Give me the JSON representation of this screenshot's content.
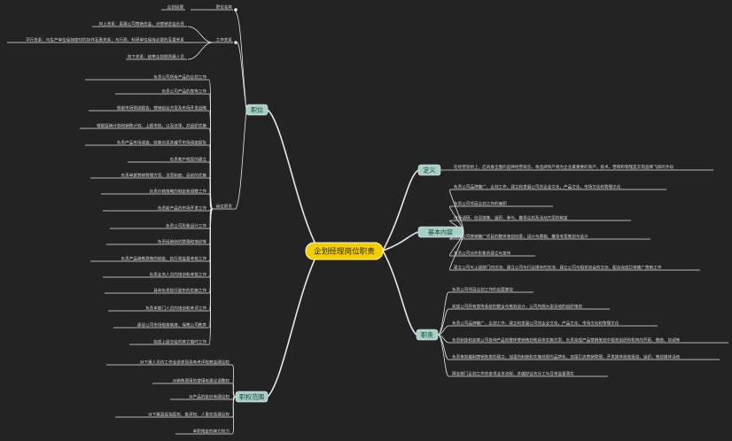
{
  "center": {
    "label": "企划经理岗位职责"
  },
  "branches": {
    "position": {
      "label": "职位",
      "groups": {
        "job_name": {
          "label": "职位名称",
          "items": [
            "企划经理"
          ]
        },
        "work_relations": {
          "label": "工作关系",
          "items": [
            "向上关系：直属公司营销总监，对营销总监负责",
            "平行关系：与生产单位保持密切的协作互惠关系；与行政、科研单位保持必要的互援关系",
            "向下关系：统率企划部所属人员"
          ]
        },
        "job_duties": {
          "label": "岗位职责",
          "items": [
            "负责公司所有产品的企划工作",
            "负责公司产品的宣传工作",
            "根据市场预测报告，营销组合方案及市场开发战略",
            "根据促销计划和销售计划，上报市批，以及效果，并组织实施",
            "负责产品市场调查，收集信息并编写市场调查报告",
            "负责客户档案的建立",
            "负责单据营销管理方案，法案制度，目前的实施",
            "负责价格策略的制定和调整工作",
            "负责新产品的市场开发工作",
            "负责公司形象设计工作",
            "负责经销商的管理和培训等",
            "负责产品销售政策的制定、执行和监督考核工作",
            "负责业务人员的培训和考核工作",
            "具体负责执行股东的实施工作",
            "负责本部门人员的培训和考评工作",
            "建设公司市场规章制度，保障公司秩序",
            "完成上级交给的其它临时工作"
          ]
        }
      }
    },
    "definition": {
      "label": "定义",
      "items": [
        "在经营思想上，应具备全面的品牌经营观念，将品牌资产视为企业最重要的资产，技术，营销和管理是实现品牌飞跃的手段"
      ]
    },
    "basic_content": {
      "label": "基本内容",
      "items": [
        "负责公司品牌推广、企划工作，建立和发展公司的企业文化，产品文化，市场文化和管理文化",
        "负责公司项目企划工作的兼职",
        "市场调研、信息搜集、组织、参与、推导企划及活动方案的制定",
        "完成公司营销推广项目的整体策划创意，设计与撰稿，推导专案策划与设计",
        "负责公司对外形象的建立与宣传",
        "建立公司与上级部门的交流、建立公司与行业媒体的交流、建立公司与相关协会的交流，配合完成日常推广营销工作"
      ]
    },
    "duties": {
      "label": "职责",
      "items": [
        "负责公司项目企划工作的全面掌控",
        "完成公司所有宣传系统的整合与策划设计，公司内部大型活动的组织策划",
        "负责公司品牌推广，企划工作，建立和发展公司的企业文化，产品文化，市场文化和管理文化",
        "负责制定和完善公司各种产品的整体营销策划和具体实施方案，负责完成产品营销策划中相关组织和机构的开拓、联络、协调等",
        "负责策划编制营销各类的建立，加强的制度和实施效果的品牌化，加强引流营销管理，开发媒体投放渠道，组织，策划媒体活动",
        "撰全部门企划工作的各项业务流程，并编好业务分工与日常监督落实"
      ]
    },
    "authority": {
      "label": "职权范围",
      "items": [
        "对下属人员的工作业绩表现具有考评检察监建议权",
        "对销售费用的使用有建议调整权",
        "对产品的定价有建议权",
        "对下属直接指挥权、批评权、人事任免建议权",
        "本职规定的其它权力"
      ]
    }
  }
}
